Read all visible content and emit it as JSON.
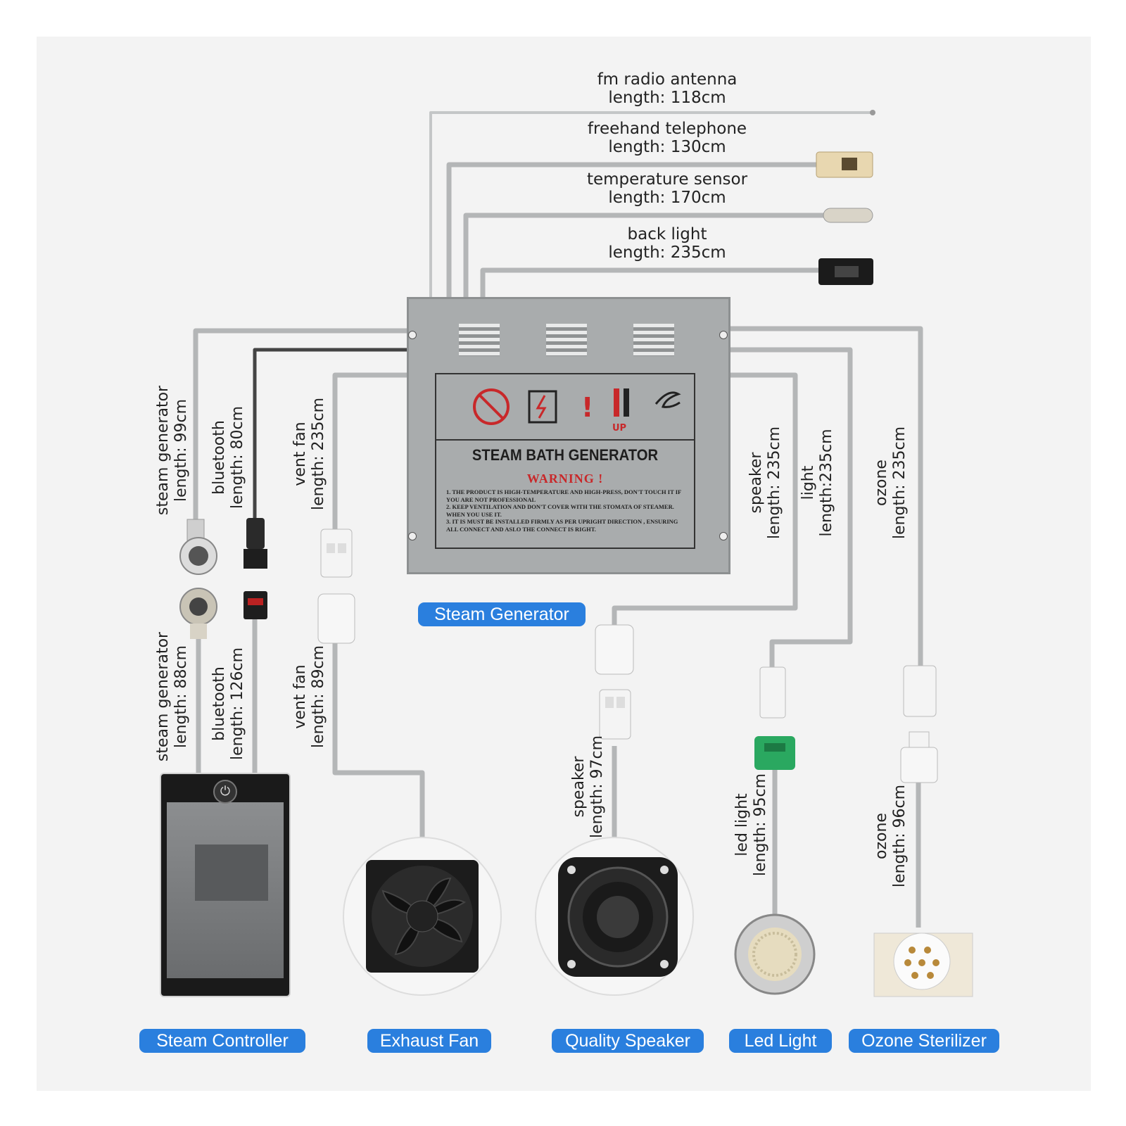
{
  "top_cables": [
    {
      "name": "fm radio antenna",
      "length": "length: 118cm"
    },
    {
      "name": "freehand telephone",
      "length": "length: 130cm"
    },
    {
      "name": "temperature sensor",
      "length": "length: 170cm"
    },
    {
      "name": "back light",
      "length": "length: 235cm"
    }
  ],
  "side_cables": {
    "steam_generator_upper": {
      "name": "steam generator",
      "length": "length: 99cm"
    },
    "bluetooth_upper": {
      "name": "bluetooth",
      "length": "length: 80cm"
    },
    "vent_fan_upper": {
      "name": "vent fan",
      "length": "length: 235cm"
    },
    "steam_generator_lower": {
      "name": "steam generator",
      "length": "length: 88cm"
    },
    "bluetooth_lower": {
      "name": "bluetooth",
      "length": "length: 126cm"
    },
    "vent_fan_lower": {
      "name": "vent fan",
      "length": "length: 89cm"
    },
    "speaker_upper": {
      "name": "speaker",
      "length": "length: 235cm"
    },
    "light_upper": {
      "name": "light",
      "length": "length:235cm"
    },
    "ozone_upper": {
      "name": "ozone",
      "length": "length: 235cm"
    },
    "speaker_lower": {
      "name": "speaker",
      "length": "length: 97cm"
    },
    "led_light_lower": {
      "name": "led light",
      "length": "length: 95cm"
    },
    "ozone_lower": {
      "name": "ozone",
      "length": "length: 96cm"
    }
  },
  "generator": {
    "title": "STEAM BATH GENERATOR",
    "warning": "WARNING !",
    "rules": [
      "1. The product is high-temperature and high-press, don't touch it if you are not professional",
      "2. Keep ventilation and don't cover with the stomata of steamer. when you use it.",
      "3. It is must be installed firmly as per upright direction , ensuring all connect and aslo the connect is right."
    ],
    "up_label": "UP",
    "exclamation": "!"
  },
  "components": {
    "steam_generator": "Steam Generator",
    "steam_controller": "Steam Controller",
    "exhaust_fan": "Exhaust Fan",
    "quality_speaker": "Quality Speaker",
    "led_light": "Led Light",
    "ozone_sterilizer": "Ozone Sterilizer"
  },
  "controller": {
    "power_symbol": "⏻"
  },
  "colors": {
    "label_pill": "#2a7fde",
    "cable": "#b4b6b7",
    "generator_body": "#a9acad",
    "warning_red": "#c8282a"
  }
}
